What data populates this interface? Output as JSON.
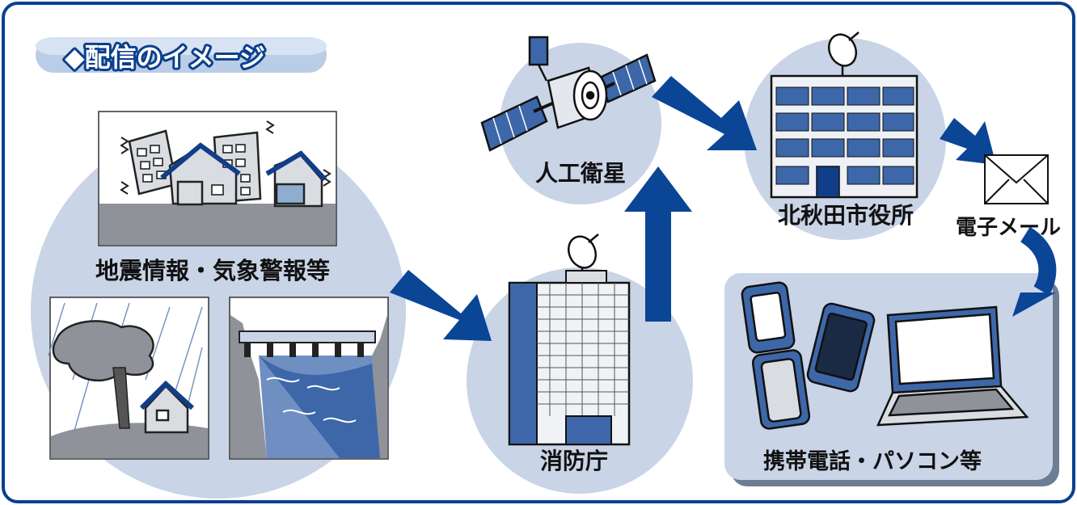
{
  "title": "◆配信のイメージ",
  "nodes": {
    "disaster": "地震情報・気象警報等",
    "satellite": "人工衛星",
    "fire_agency": "消防庁",
    "city_hall": "北秋田市役所",
    "email": "電子メール",
    "devices": "携帯電話・パソコン等"
  },
  "colors": {
    "frame": "#0b3f8c",
    "arrow": "#0a4596",
    "circle": "#c9d4e6",
    "device_panel": "#c9d4e6",
    "title_bar": "#7fa3cf"
  },
  "icons": [
    "earthquake-scene",
    "storm-scene",
    "flood-scene",
    "satellite-icon",
    "fire-agency-building-icon",
    "city-hall-building-icon",
    "envelope-icon",
    "flip-phone-icon",
    "smartphone-icon",
    "laptop-icon"
  ]
}
